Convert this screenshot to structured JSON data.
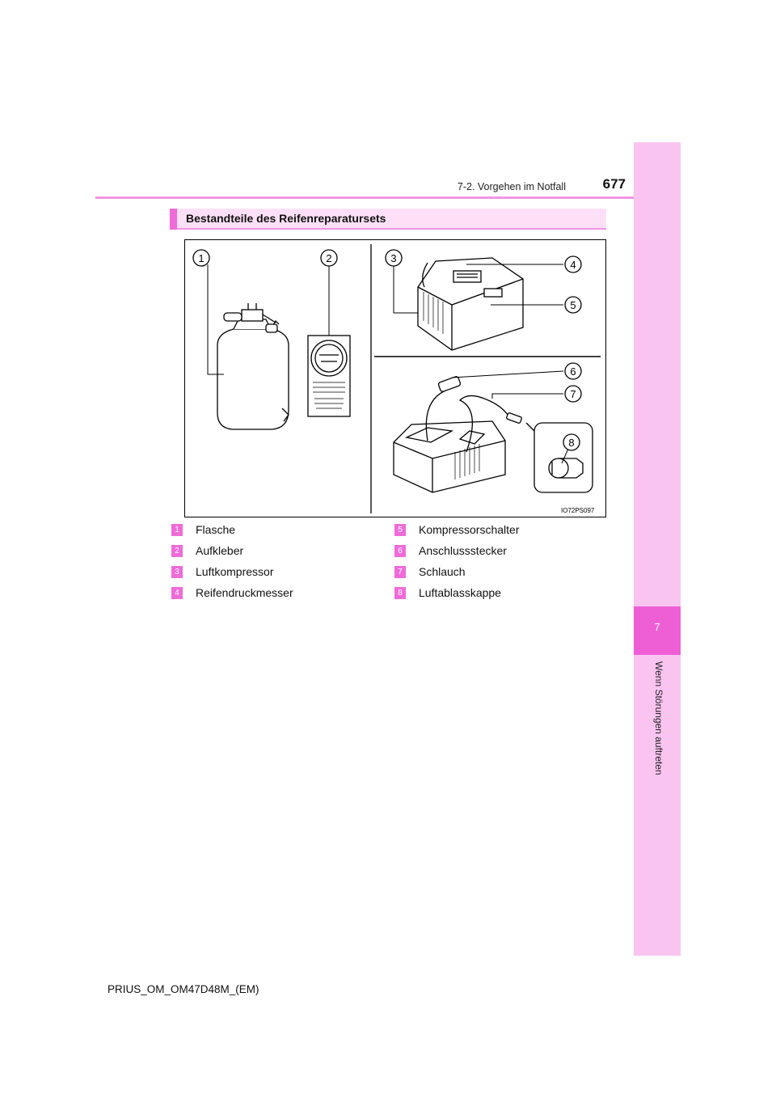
{
  "header": {
    "section": "7-2. Vorgehen im Notfall",
    "page_number": "677"
  },
  "side_tab": {
    "chapter_number": "7",
    "chapter_title": "Wenn Störungen auftreten"
  },
  "section": {
    "title": "Bestandteile des Reifenreparatursets"
  },
  "figure": {
    "code": "IO72PS097",
    "callouts": [
      "1",
      "2",
      "3",
      "4",
      "5",
      "6",
      "7",
      "8"
    ]
  },
  "legend": [
    {
      "number": "1",
      "label": "Flasche"
    },
    {
      "number": "2",
      "label": "Aufkleber"
    },
    {
      "number": "3",
      "label": "Luftkompressor"
    },
    {
      "number": "4",
      "label": "Reifendruckmesser"
    },
    {
      "number": "5",
      "label": "Kompressorschalter"
    },
    {
      "number": "6",
      "label": "Anschlussstecker"
    },
    {
      "number": "7",
      "label": "Schlauch"
    },
    {
      "number": "8",
      "label": "Luftablasskappe"
    }
  ],
  "footer": {
    "document_id": "PRIUS_OM_OM47D48M_(EM)"
  },
  "colors": {
    "accent": "#ef6bd8",
    "tab_light": "#f9c4ef",
    "bar_light": "#fde0f8"
  }
}
